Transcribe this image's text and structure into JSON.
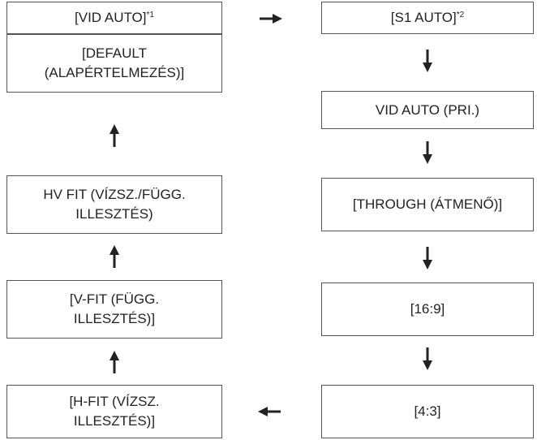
{
  "nodes": {
    "vid_auto": {
      "label": "[VID AUTO]",
      "note": "*1"
    },
    "default": {
      "line1": "[DEFAULT",
      "line2": "(ALAPÉRTELMEZÉS)]"
    },
    "hv_fit": {
      "line1": "HV FIT (VÍZSZ./FÜGG.",
      "line2": "ILLESZTÉS)"
    },
    "v_fit": {
      "line1": "[V-FIT (FÜGG.",
      "line2": "ILLESZTÉS)]"
    },
    "h_fit": {
      "line1": "[H-FIT (VÍZSZ.",
      "line2": "ILLESZTÉS)]"
    },
    "s1_auto": {
      "label": "[S1 AUTO]",
      "note": "*2"
    },
    "vid_auto_pri": {
      "label": "VID AUTO (PRI.)"
    },
    "through": {
      "label": "[THROUGH (ÁTMENŐ)]"
    },
    "r16_9": {
      "label": "[16:9]"
    },
    "r4_3": {
      "label": "[4:3]"
    }
  },
  "edges": [
    {
      "from": "vid_auto",
      "to": "s1_auto"
    },
    {
      "from": "s1_auto",
      "to": "vid_auto_pri"
    },
    {
      "from": "vid_auto_pri",
      "to": "through"
    },
    {
      "from": "through",
      "to": "r16_9"
    },
    {
      "from": "r16_9",
      "to": "r4_3"
    },
    {
      "from": "r4_3",
      "to": "h_fit"
    },
    {
      "from": "h_fit",
      "to": "v_fit"
    },
    {
      "from": "v_fit",
      "to": "hv_fit"
    },
    {
      "from": "hv_fit",
      "to": "default"
    }
  ],
  "colors": {
    "border": "#555555",
    "arrow": "#222222"
  }
}
